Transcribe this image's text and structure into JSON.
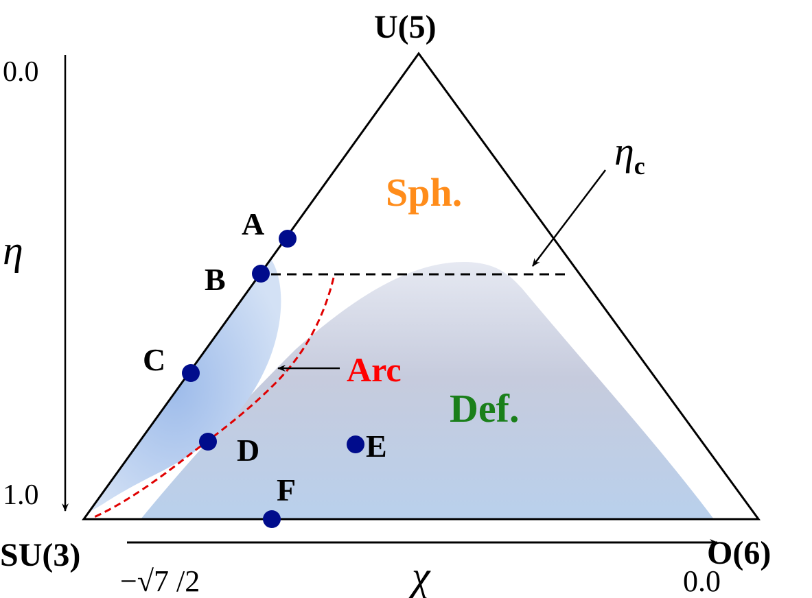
{
  "vertices": {
    "top": "U(5)",
    "left": "SU(3)",
    "right": "O(6)"
  },
  "axes": {
    "eta_label": "η",
    "eta_top": "0.0",
    "eta_bottom": "1.0",
    "chi_label": "χ",
    "chi_left": "−√7 /2",
    "chi_right": "0.0"
  },
  "regions": {
    "spherical": "Sph.",
    "deformed": "Def.",
    "arc": "Arc",
    "critical": "η",
    "critical_sub": "c"
  },
  "points": [
    "A",
    "B",
    "C",
    "D",
    "E",
    "F"
  ],
  "colors": {
    "points": "#000c8c",
    "sph": "#ff8c1a",
    "def": "#1a7f1a",
    "arc": "#ff0000",
    "region": "#b9cfee"
  }
}
